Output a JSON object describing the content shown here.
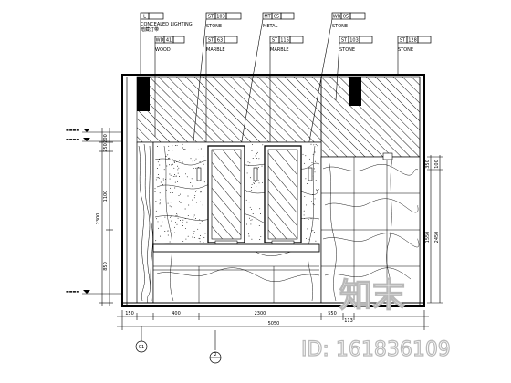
{
  "tags": [
    {
      "code": "L",
      "note": "CONCEALED LIGHTING",
      "sub": "暗藏灯带"
    },
    {
      "code": "WD",
      "num": "41",
      "note": "",
      "sub": "WOOD"
    },
    {
      "code": "ST",
      "num": "103",
      "note": "",
      "sub": "STONE"
    },
    {
      "code": "ST",
      "num": "63",
      "note": "",
      "sub": "MARBLE"
    },
    {
      "code": "MT",
      "num": "05",
      "note": "",
      "sub": "METAL"
    },
    {
      "code": "ST",
      "num": "116",
      "note": "",
      "sub": "MARBLE"
    },
    {
      "code": "WR",
      "num": "05",
      "note": "",
      "sub": "STONE"
    },
    {
      "code": "ST",
      "num": "103",
      "note": "",
      "sub": "STONE"
    },
    {
      "code": "ST",
      "num": "128",
      "note": "",
      "sub": "STONE"
    }
  ],
  "dimensions": {
    "left_levels": [
      "200",
      "250",
      "2300",
      "1100",
      "850"
    ],
    "bottom": [
      "150",
      "400",
      "2300",
      "550",
      "113",
      "5050"
    ],
    "right": [
      "350",
      "100",
      "2450",
      "1550"
    ]
  },
  "markers": {
    "section": "01",
    "detail": "2"
  },
  "watermark": {
    "logo": "知末",
    "id": "ID: 161836109"
  }
}
